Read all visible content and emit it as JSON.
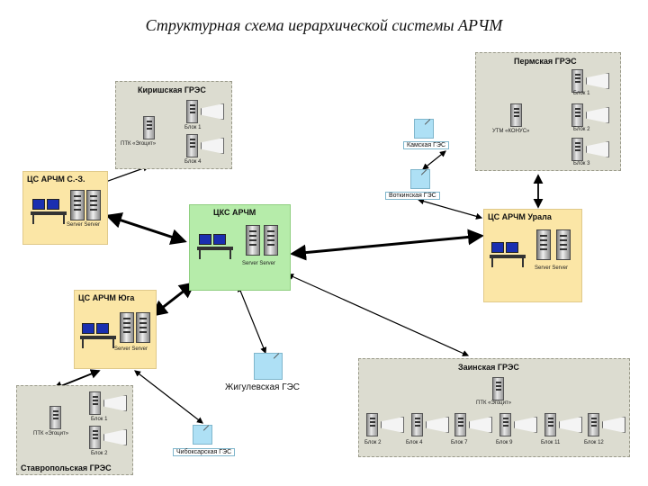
{
  "title": "Структурная схема иерархической системы АРЧМ",
  "nodes": {
    "kirishi": {
      "title": "Киришская ГРЭС",
      "ptk": "ПТК «Эгоцит»",
      "blocks": [
        "Блок 1",
        "Блок 4"
      ]
    },
    "perm": {
      "title": "Пермская ГРЭС",
      "utm": "УТМ «КОНУС»",
      "blocks": [
        "Блок 1",
        "Блок 2",
        "Блок 3"
      ]
    },
    "kama": {
      "title": "Камская ГЭС"
    },
    "votkinsk": {
      "title": "Воткинская ГЭС"
    },
    "cs_nw": {
      "title": "ЦС АРЧМ С.-З.",
      "servers": "Server Server"
    },
    "cks": {
      "title": "ЦКС АРЧМ",
      "servers": "Server Server"
    },
    "cs_ural": {
      "title": "ЦС АРЧМ Урала",
      "servers": "Server Server"
    },
    "cs_south": {
      "title": "ЦС АРЧМ Юга",
      "servers": "Server Server"
    },
    "zhiguli": {
      "title": "Жигулевская ГЭС"
    },
    "cheboksary": {
      "title": "Чибоксарская ГЭС"
    },
    "stavropol": {
      "title": "Ставропольская ГРЭС",
      "ptk": "ПТК «Эгоцит»",
      "blocks": [
        "Блок 1",
        "Блок 2"
      ]
    },
    "zain": {
      "title": "Заинская ГРЭС",
      "ptk": "ПТК «Эгоцит»",
      "blocks": [
        "Блок 2",
        "Блок 4",
        "Блок 7",
        "Блок 9",
        "Блок 11",
        "Блок 12"
      ]
    }
  },
  "colors": {
    "grey_panel": "#dcdcd0",
    "beige_panel": "#fbe6a6",
    "green_panel": "#b6ecaa",
    "hydro_icon": "#aee0f5"
  }
}
